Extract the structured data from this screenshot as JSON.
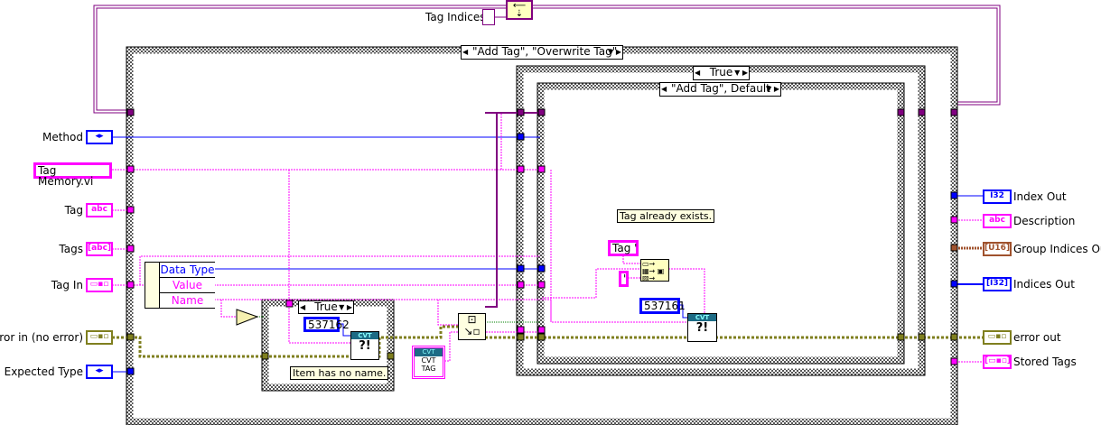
{
  "top": {
    "tag_indices_label": "Tag Indices"
  },
  "structures": {
    "outer_case_selector": "\"Add Tag\", \"Overwrite Tag\"",
    "true_case_selector": "True",
    "inner_case_selector": "\"Add Tag\", Default",
    "small_case_selector": "True"
  },
  "inputs": [
    {
      "label": "Method",
      "glyph": "◂▸",
      "color": "#0000ff"
    },
    {
      "label": "Tag Memory.vi",
      "color": "#ff00ff"
    },
    {
      "label": "Tag",
      "glyph": "abc",
      "color": "#ff00ff"
    },
    {
      "label": "Tags",
      "glyph": "[abc]",
      "color": "#ff00ff"
    },
    {
      "label": "Tag In",
      "glyph": "▭▪▫",
      "color": "#ff00ff"
    },
    {
      "label": "error in (no error)",
      "glyph": "▭▪▫",
      "color": "#7f7f1f"
    },
    {
      "label": "Expected Type",
      "glyph": "◂▸",
      "color": "#0000ff"
    }
  ],
  "outputs": [
    {
      "label": "Index Out",
      "glyph": "I32",
      "color": "#0000ff"
    },
    {
      "label": "Description",
      "glyph": "abc",
      "color": "#ff00ff"
    },
    {
      "label": "Group Indices Out",
      "glyph": "[U16]",
      "color": "#a0522d"
    },
    {
      "label": "Indices Out",
      "glyph": "[I32]",
      "color": "#0000ff"
    },
    {
      "label": "error out",
      "glyph": "▭▪▫",
      "color": "#7f7f1f"
    },
    {
      "label": "Stored Tags",
      "glyph": "[▭▪▫]",
      "color": "#ff00ff"
    }
  ],
  "unbundle": {
    "items": [
      "Data Type",
      "Value",
      "Name"
    ]
  },
  "constants": {
    "code_no_name": "537162",
    "msg_no_name": "Item has no name.",
    "msg_exists": "Tag already exists.",
    "tag_prefix": "Tag '",
    "quote": "'",
    "code_exists": "537161"
  },
  "cvt": {
    "header": "CVT",
    "tag_line1": "CVT",
    "tag_line2": "TAG",
    "error_glyph": "?!"
  },
  "colors": {
    "string": "#ff00ff",
    "numeric": "#0000ff",
    "error": "#7f7f1f",
    "refnum": "#800080"
  }
}
